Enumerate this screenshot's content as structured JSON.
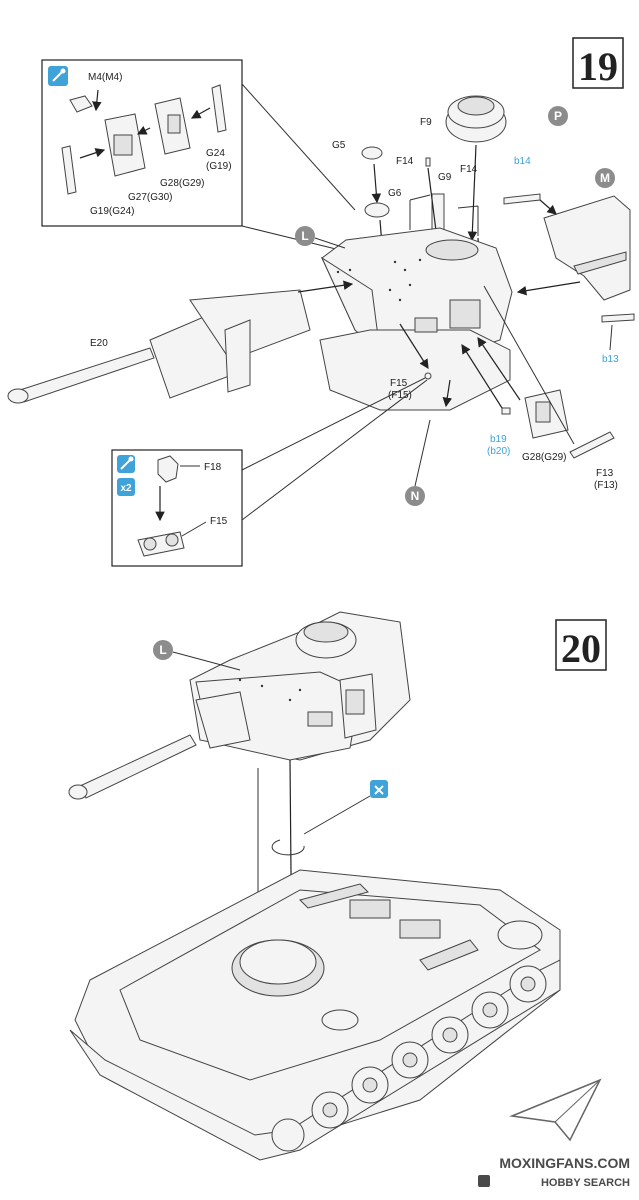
{
  "steps": {
    "step19": "19",
    "step20": "20"
  },
  "circles": {
    "P": "P",
    "M": "M",
    "L": "L",
    "N": "N",
    "L2": "L"
  },
  "inset_top": {
    "m4": "M4(M4)",
    "g24": "G24",
    "g24b": "(G19)",
    "g28": "G28(G29)",
    "g27": "G27(G30)",
    "g19": "G19(G24)"
  },
  "labels": {
    "g5": "G5",
    "g6": "G6",
    "f9": "F9",
    "f14a": "F14",
    "f14b": "F14",
    "g9": "G9",
    "e20": "E20",
    "f15": "F15",
    "f15b": "(F15)",
    "g28": "G28(G29)",
    "f13": "F13",
    "f13b": "(F13)"
  },
  "blue_labels": {
    "b14": "b14",
    "b13": "b13",
    "b19": "b19",
    "b20": "(b20)"
  },
  "inset_bottom": {
    "f18": "F18",
    "f15": "F15",
    "x2": "x2"
  },
  "watermark": {
    "line1": "MOXINGFANS.COM",
    "line2": "HOBBY SEARCH"
  },
  "colors": {
    "accent_blue": "#3fa2d8",
    "circle_gray": "#8c8c8c",
    "line": "#333333"
  }
}
